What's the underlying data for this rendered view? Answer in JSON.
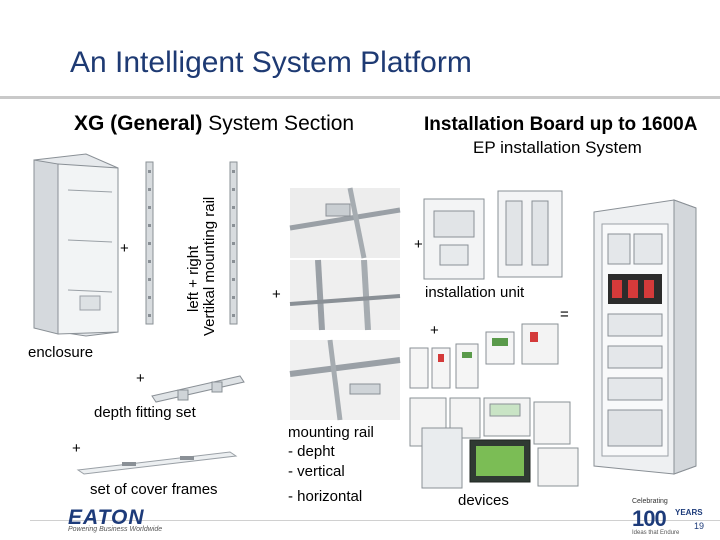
{
  "slide": {
    "title": "An Intelligent System Platform",
    "left_section": {
      "title_bold": "XG (General)",
      "title_rest": " System Section"
    },
    "right_section": {
      "title": "Installation Board up to 1600A",
      "subtitle": "EP installation System"
    },
    "labels": {
      "enclosure": "enclosure",
      "rail_line1": "left + right",
      "rail_line2": "Vertikal mounting rail",
      "depth_fitting_set": "depth fitting set",
      "set_of_cover_frames": "set of cover frames",
      "mounting_rail_title": "mounting rail",
      "mounting_rail_items": [
        "- depht",
        "- vertical",
        "- horizontal"
      ],
      "installation_unit": "installation unit",
      "devices": "devices"
    },
    "operators": {
      "plus": "+",
      "equals": "="
    },
    "footer": {
      "brand": "EATON",
      "brand_tagline": "Powering Business Worldwide",
      "celebrating": "Celebrating",
      "celebrating_number": "100",
      "celebrating_years": "YEARS",
      "celebrating_tagline": "Ideas that Endure",
      "page_number": "19"
    },
    "colors": {
      "title": "#1e3a73",
      "brand": "#1d3b7a",
      "metal": "#cfd4d8",
      "metal_dark": "#8a9096"
    }
  }
}
